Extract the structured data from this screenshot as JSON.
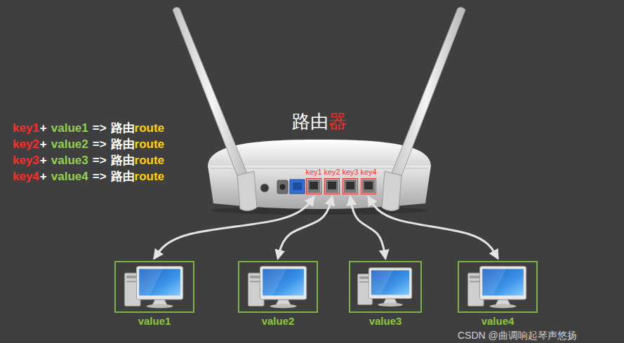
{
  "diagram": {
    "title": "路由器",
    "nodes": [
      {
        "text": [
          "key1"
        ]
      },
      {
        "text": [
          "key2"
        ]
      },
      {
        "text": [
          "key3"
        ]
      },
      {
        "text": [
          "key4"
        ]
      },
      {
        "text": [
          "value1"
        ]
      },
      {
        "text": [
          "value2"
        ]
      },
      {
        "text": [
          "value3"
        ]
      },
      {
        "text": [
          "value4"
        ]
      }
    ],
    "edges": [
      {
        "from": 0,
        "to": 4,
        "arrow": "both"
      },
      {
        "from": 1,
        "to": 5,
        "arrow": "both"
      },
      {
        "from": 2,
        "to": 6,
        "arrow": "both"
      },
      {
        "from": 3,
        "to": 7,
        "arrow": "both"
      }
    ],
    "labels": [
      "key1",
      "+",
      "value1",
      "=>",
      "路由",
      "route",
      "key2",
      "+",
      "value2",
      "=>",
      "路由",
      "route",
      "key3",
      "+",
      "value3",
      "=>",
      "路由",
      "route",
      "key4",
      "+",
      "value4",
      "=>",
      "路由",
      "route",
      "CSDN @曲调响起琴声悠扬"
    ]
  }
}
